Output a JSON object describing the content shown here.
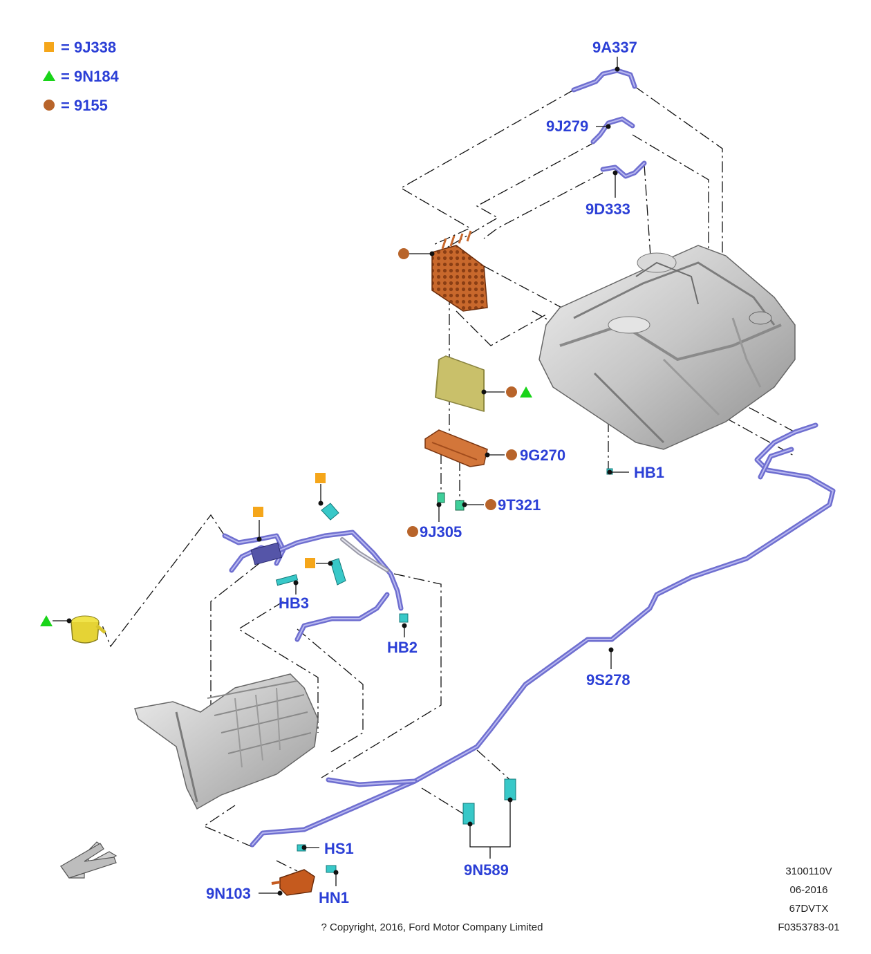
{
  "legend": [
    {
      "symbol": "square",
      "color": "#f5a61a",
      "text": "= 9J338"
    },
    {
      "symbol": "triangle",
      "color": "#19d419",
      "text": "= 9N184"
    },
    {
      "symbol": "circle",
      "color": "#b8642a",
      "text": "= 9155"
    }
  ],
  "symbol_colors": {
    "square": "#f5a61a",
    "triangle": "#19d419",
    "circle": "#b8642a"
  },
  "labels": {
    "p9A337": "9A337",
    "p9J279": "9J279",
    "p9D333": "9D333",
    "p9G270": "9G270",
    "p9T321": "9T321",
    "p9J305": "9J305",
    "hb1": "HB1",
    "hb2": "HB2",
    "hb3": "HB3",
    "p9S278": "9S278",
    "hs1": "HS1",
    "hn1": "HN1",
    "p9N103": "9N103",
    "p9N589": "9N589"
  },
  "footer": {
    "copyright": "? Copyright, 2016, Ford Motor Company Limited",
    "code1": "3100110V",
    "date": "06-2016",
    "code2": "67DVTX",
    "figure_id": "F0353783-01"
  }
}
